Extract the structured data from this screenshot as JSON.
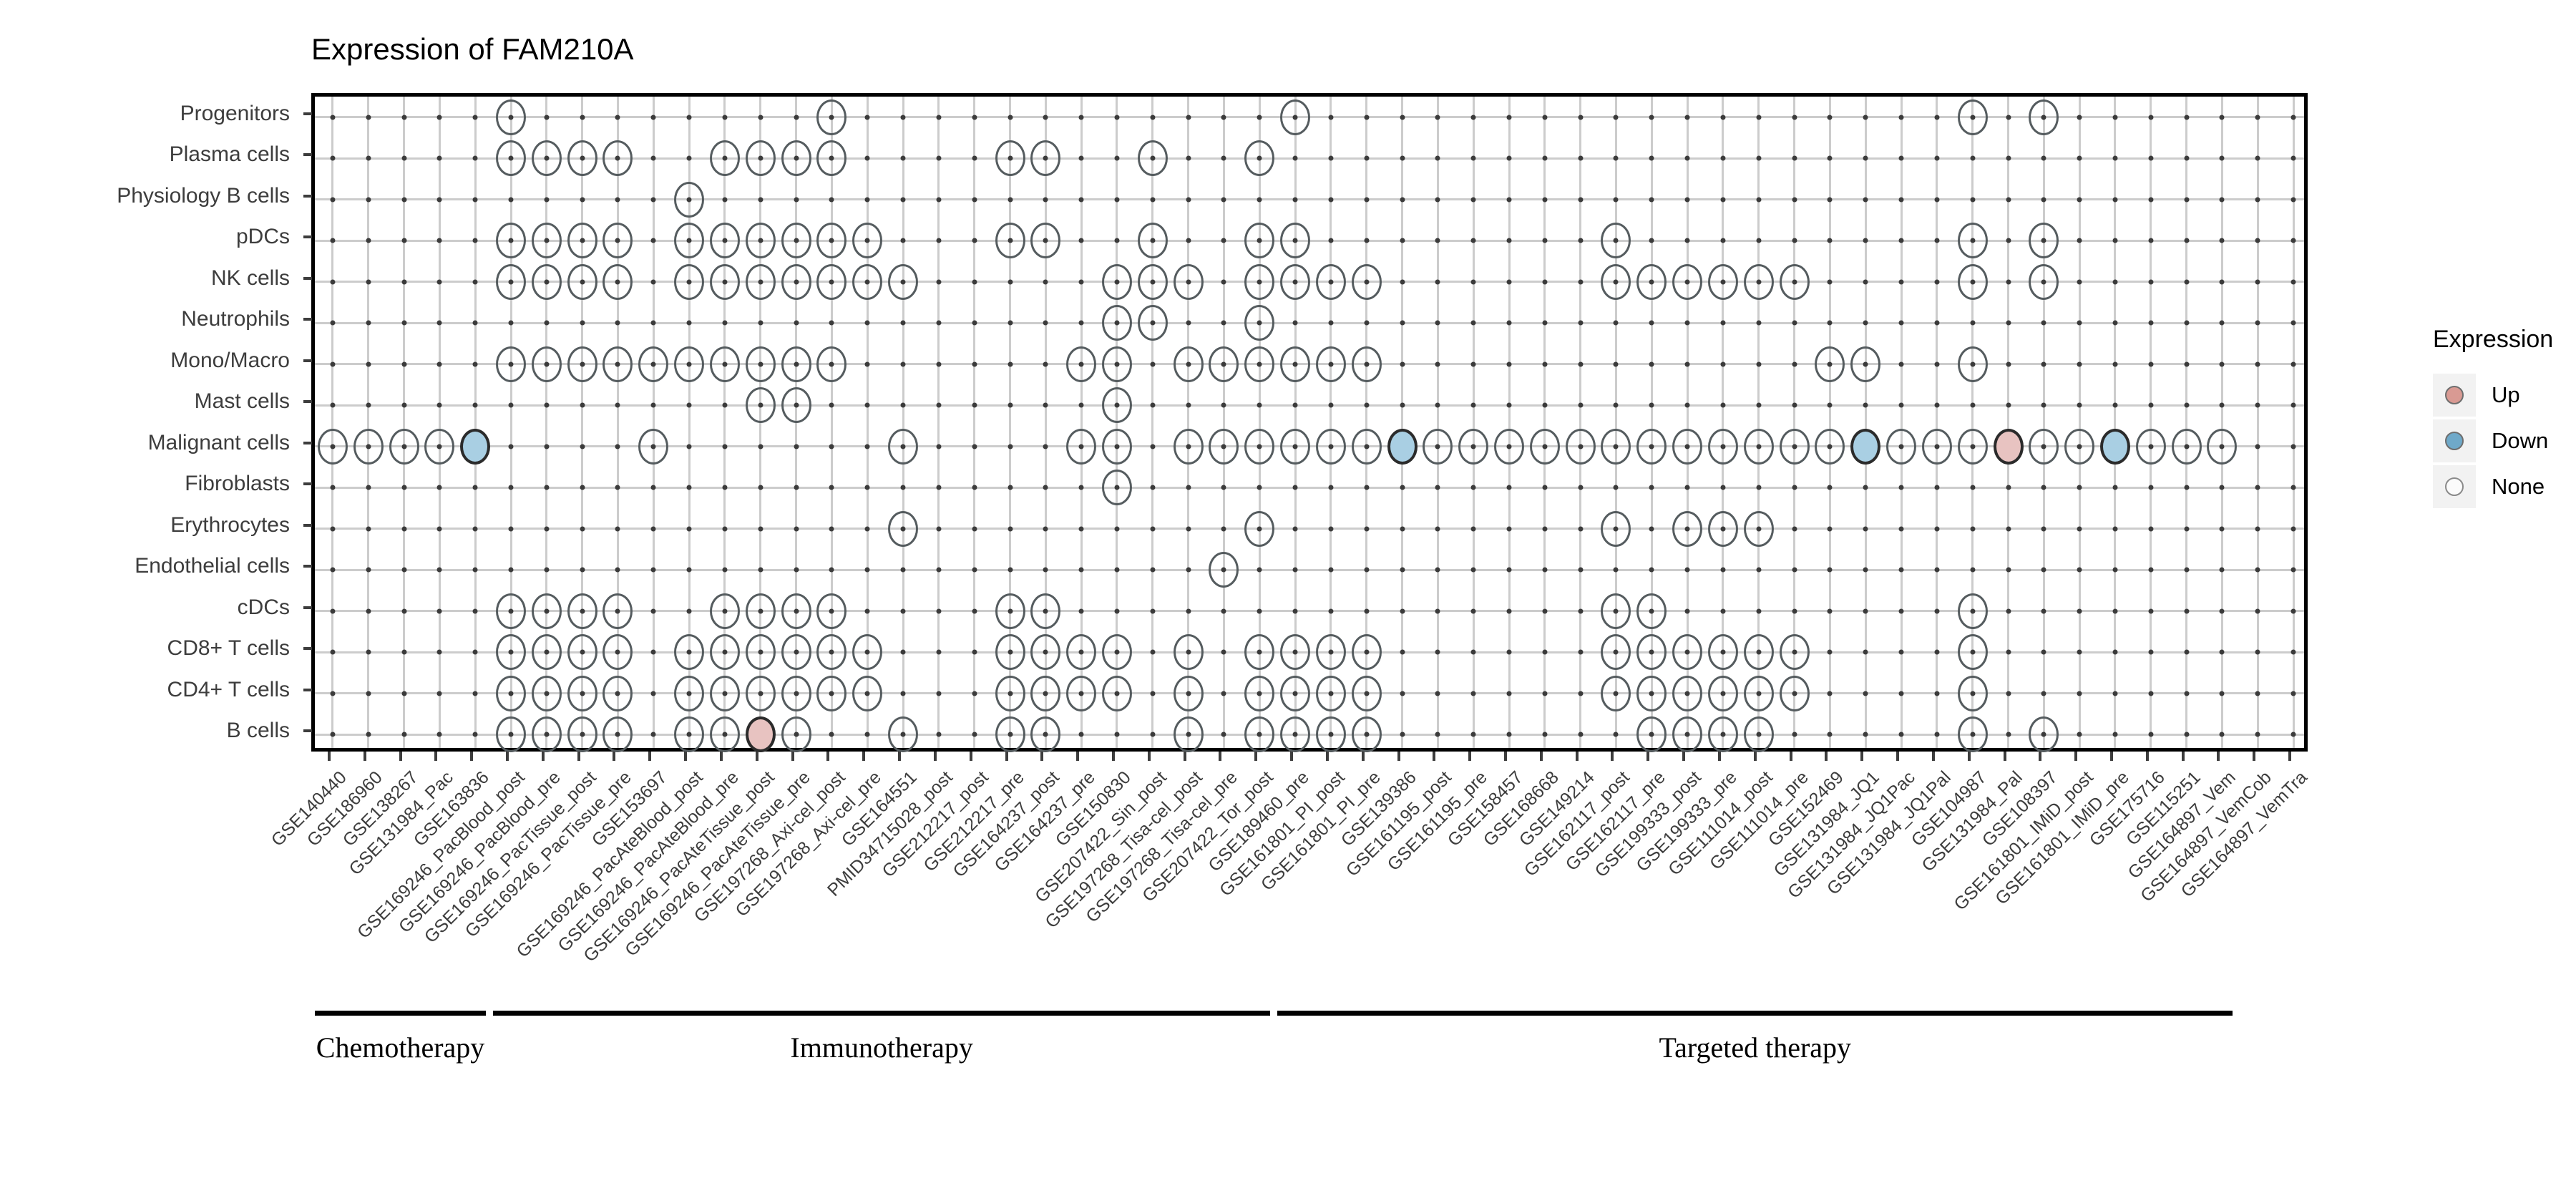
{
  "title": "Expression of FAM210A",
  "legend": {
    "title": "Expression",
    "items": [
      {
        "label": "Up",
        "color": "#d99a93"
      },
      {
        "label": "Down",
        "color": "#6fa9c9"
      },
      {
        "label": "None",
        "color": "#fbfbfb"
      }
    ]
  },
  "groups": [
    {
      "label": "Chemotherapy",
      "start": 0,
      "end": 4
    },
    {
      "label": "Immunotherapy",
      "start": 5,
      "end": 26
    },
    {
      "label": "Targeted therapy",
      "start": 27,
      "end": 53
    }
  ],
  "chart_data": {
    "type": "heatmap",
    "title": "Expression of FAM210A",
    "xlabel": "",
    "ylabel": "",
    "grid": true,
    "legend_position": "right",
    "value_labels": [
      "Up",
      "Down",
      "None"
    ],
    "colors": {
      "Up": "#d99a93",
      "Down": "#6fa9c9",
      "None": "#ffffff",
      "outline": "#555c5f"
    },
    "rows": [
      "Progenitors",
      "Plasma cells",
      "Physiology B cells",
      "pDCs",
      "NK cells",
      "Neutrophils",
      "Mono/Macro",
      "Mast cells",
      "Malignant cells",
      "Fibroblasts",
      "Erythrocytes",
      "Endothelial cells",
      "cDCs",
      "CD8+ T cells",
      "CD4+ T cells",
      "B cells"
    ],
    "columns": [
      "GSE140440",
      "GSE186960",
      "GSE138267",
      "GSE131984_Pac",
      "GSE163836",
      "GSE169246_PacBlood_post",
      "GSE169246_PacBlood_pre",
      "GSE169246_PacTissue_post",
      "GSE169246_PacTissue_pre",
      "GSE153697",
      "GSE169246_PacAteBlood_post",
      "GSE169246_PacAteBlood_pre",
      "GSE169246_PacAteTissue_post",
      "GSE169246_PacAteTissue_pre",
      "GSE197268_Axi-cel_post",
      "GSE197268_Axi-cel_pre",
      "GSE164551",
      "PMID34715028_post",
      "GSE212217_post",
      "GSE212217_pre",
      "GSE164237_post",
      "GSE164237_pre",
      "GSE150830",
      "GSE207422_Sin_post",
      "GSE197268_Tisa-cel_post",
      "GSE197268_Tisa-cel_pre",
      "GSE207422_Tor_post",
      "GSE189460_pre",
      "GSE161801_PI_post",
      "GSE161801_PI_pre",
      "GSE139386",
      "GSE161195_post",
      "GSE161195_pre",
      "GSE158457",
      "GSE168668",
      "GSE149214",
      "GSE162117_post",
      "GSE162117_pre",
      "GSE199333_post",
      "GSE199333_pre",
      "GSE111014_post",
      "GSE111014_pre",
      "GSE152469",
      "GSE131984_JQ1",
      "GSE131984_JQ1Pac",
      "GSE131984_JQ1Pal",
      "GSE104987",
      "GSE131984_Pal",
      "GSE108397",
      "GSE161801_IMiD_post",
      "GSE161801_IMiD_pre",
      "GSE175716",
      "GSE115251",
      "GSE164897_Vem",
      "GSE164897_VemCob",
      "GSE164897_VemTra"
    ],
    "cells": [
      {
        "r": 0,
        "c": 5,
        "v": "None"
      },
      {
        "r": 0,
        "c": 14,
        "v": "None"
      },
      {
        "r": 0,
        "c": 27,
        "v": "None"
      },
      {
        "r": 0,
        "c": 46,
        "v": "None"
      },
      {
        "r": 0,
        "c": 48,
        "v": "None"
      },
      {
        "r": 1,
        "c": 5,
        "v": "None"
      },
      {
        "r": 1,
        "c": 6,
        "v": "None"
      },
      {
        "r": 1,
        "c": 7,
        "v": "None"
      },
      {
        "r": 1,
        "c": 8,
        "v": "None"
      },
      {
        "r": 1,
        "c": 11,
        "v": "None"
      },
      {
        "r": 1,
        "c": 12,
        "v": "None"
      },
      {
        "r": 1,
        "c": 13,
        "v": "None"
      },
      {
        "r": 1,
        "c": 14,
        "v": "None"
      },
      {
        "r": 1,
        "c": 19,
        "v": "None"
      },
      {
        "r": 1,
        "c": 20,
        "v": "None"
      },
      {
        "r": 1,
        "c": 23,
        "v": "None"
      },
      {
        "r": 1,
        "c": 26,
        "v": "None"
      },
      {
        "r": 2,
        "c": 10,
        "v": "None"
      },
      {
        "r": 3,
        "c": 5,
        "v": "None"
      },
      {
        "r": 3,
        "c": 6,
        "v": "None"
      },
      {
        "r": 3,
        "c": 7,
        "v": "None"
      },
      {
        "r": 3,
        "c": 8,
        "v": "None"
      },
      {
        "r": 3,
        "c": 10,
        "v": "None"
      },
      {
        "r": 3,
        "c": 11,
        "v": "None"
      },
      {
        "r": 3,
        "c": 12,
        "v": "None"
      },
      {
        "r": 3,
        "c": 13,
        "v": "None"
      },
      {
        "r": 3,
        "c": 14,
        "v": "None"
      },
      {
        "r": 3,
        "c": 15,
        "v": "None"
      },
      {
        "r": 3,
        "c": 19,
        "v": "None"
      },
      {
        "r": 3,
        "c": 20,
        "v": "None"
      },
      {
        "r": 3,
        "c": 23,
        "v": "None"
      },
      {
        "r": 3,
        "c": 26,
        "v": "None"
      },
      {
        "r": 3,
        "c": 27,
        "v": "None"
      },
      {
        "r": 3,
        "c": 36,
        "v": "None"
      },
      {
        "r": 3,
        "c": 46,
        "v": "None"
      },
      {
        "r": 3,
        "c": 48,
        "v": "None"
      },
      {
        "r": 4,
        "c": 5,
        "v": "None"
      },
      {
        "r": 4,
        "c": 6,
        "v": "None"
      },
      {
        "r": 4,
        "c": 7,
        "v": "None"
      },
      {
        "r": 4,
        "c": 8,
        "v": "None"
      },
      {
        "r": 4,
        "c": 10,
        "v": "None"
      },
      {
        "r": 4,
        "c": 11,
        "v": "None"
      },
      {
        "r": 4,
        "c": 12,
        "v": "None"
      },
      {
        "r": 4,
        "c": 13,
        "v": "None"
      },
      {
        "r": 4,
        "c": 14,
        "v": "None"
      },
      {
        "r": 4,
        "c": 15,
        "v": "None"
      },
      {
        "r": 4,
        "c": 16,
        "v": "None"
      },
      {
        "r": 4,
        "c": 22,
        "v": "None"
      },
      {
        "r": 4,
        "c": 23,
        "v": "None"
      },
      {
        "r": 4,
        "c": 24,
        "v": "None"
      },
      {
        "r": 4,
        "c": 26,
        "v": "None"
      },
      {
        "r": 4,
        "c": 27,
        "v": "None"
      },
      {
        "r": 4,
        "c": 28,
        "v": "None"
      },
      {
        "r": 4,
        "c": 29,
        "v": "None"
      },
      {
        "r": 4,
        "c": 36,
        "v": "None"
      },
      {
        "r": 4,
        "c": 37,
        "v": "None"
      },
      {
        "r": 4,
        "c": 38,
        "v": "None"
      },
      {
        "r": 4,
        "c": 39,
        "v": "None"
      },
      {
        "r": 4,
        "c": 40,
        "v": "None"
      },
      {
        "r": 4,
        "c": 41,
        "v": "None"
      },
      {
        "r": 4,
        "c": 46,
        "v": "None"
      },
      {
        "r": 4,
        "c": 48,
        "v": "None"
      },
      {
        "r": 5,
        "c": 22,
        "v": "None"
      },
      {
        "r": 5,
        "c": 23,
        "v": "None"
      },
      {
        "r": 5,
        "c": 26,
        "v": "None"
      },
      {
        "r": 6,
        "c": 5,
        "v": "None"
      },
      {
        "r": 6,
        "c": 6,
        "v": "None"
      },
      {
        "r": 6,
        "c": 7,
        "v": "None"
      },
      {
        "r": 6,
        "c": 8,
        "v": "None"
      },
      {
        "r": 6,
        "c": 9,
        "v": "None"
      },
      {
        "r": 6,
        "c": 10,
        "v": "None"
      },
      {
        "r": 6,
        "c": 11,
        "v": "None"
      },
      {
        "r": 6,
        "c": 12,
        "v": "None"
      },
      {
        "r": 6,
        "c": 13,
        "v": "None"
      },
      {
        "r": 6,
        "c": 14,
        "v": "None"
      },
      {
        "r": 6,
        "c": 21,
        "v": "None"
      },
      {
        "r": 6,
        "c": 22,
        "v": "None"
      },
      {
        "r": 6,
        "c": 24,
        "v": "None"
      },
      {
        "r": 6,
        "c": 25,
        "v": "None"
      },
      {
        "r": 6,
        "c": 26,
        "v": "None"
      },
      {
        "r": 6,
        "c": 27,
        "v": "None"
      },
      {
        "r": 6,
        "c": 28,
        "v": "None"
      },
      {
        "r": 6,
        "c": 29,
        "v": "None"
      },
      {
        "r": 6,
        "c": 42,
        "v": "None"
      },
      {
        "r": 6,
        "c": 43,
        "v": "None"
      },
      {
        "r": 6,
        "c": 46,
        "v": "None"
      },
      {
        "r": 7,
        "c": 12,
        "v": "None"
      },
      {
        "r": 7,
        "c": 13,
        "v": "None"
      },
      {
        "r": 7,
        "c": 22,
        "v": "None"
      },
      {
        "r": 8,
        "c": 0,
        "v": "None"
      },
      {
        "r": 8,
        "c": 1,
        "v": "None"
      },
      {
        "r": 8,
        "c": 2,
        "v": "None"
      },
      {
        "r": 8,
        "c": 3,
        "v": "None"
      },
      {
        "r": 8,
        "c": 4,
        "v": "Down"
      },
      {
        "r": 8,
        "c": 9,
        "v": "None"
      },
      {
        "r": 8,
        "c": 16,
        "v": "None"
      },
      {
        "r": 8,
        "c": 21,
        "v": "None"
      },
      {
        "r": 8,
        "c": 22,
        "v": "None"
      },
      {
        "r": 8,
        "c": 24,
        "v": "None"
      },
      {
        "r": 8,
        "c": 25,
        "v": "None"
      },
      {
        "r": 8,
        "c": 26,
        "v": "None"
      },
      {
        "r": 8,
        "c": 27,
        "v": "None"
      },
      {
        "r": 8,
        "c": 28,
        "v": "None"
      },
      {
        "r": 8,
        "c": 29,
        "v": "None"
      },
      {
        "r": 8,
        "c": 30,
        "v": "Down"
      },
      {
        "r": 8,
        "c": 31,
        "v": "None"
      },
      {
        "r": 8,
        "c": 32,
        "v": "None"
      },
      {
        "r": 8,
        "c": 33,
        "v": "None"
      },
      {
        "r": 8,
        "c": 34,
        "v": "None"
      },
      {
        "r": 8,
        "c": 35,
        "v": "None"
      },
      {
        "r": 8,
        "c": 36,
        "v": "None"
      },
      {
        "r": 8,
        "c": 37,
        "v": "None"
      },
      {
        "r": 8,
        "c": 38,
        "v": "None"
      },
      {
        "r": 8,
        "c": 39,
        "v": "None"
      },
      {
        "r": 8,
        "c": 40,
        "v": "None"
      },
      {
        "r": 8,
        "c": 41,
        "v": "None"
      },
      {
        "r": 8,
        "c": 42,
        "v": "None"
      },
      {
        "r": 8,
        "c": 43,
        "v": "Down"
      },
      {
        "r": 8,
        "c": 44,
        "v": "None"
      },
      {
        "r": 8,
        "c": 45,
        "v": "None"
      },
      {
        "r": 8,
        "c": 46,
        "v": "None"
      },
      {
        "r": 8,
        "c": 47,
        "v": "Up"
      },
      {
        "r": 8,
        "c": 48,
        "v": "None"
      },
      {
        "r": 8,
        "c": 49,
        "v": "None"
      },
      {
        "r": 8,
        "c": 50,
        "v": "Down"
      },
      {
        "r": 8,
        "c": 51,
        "v": "None"
      },
      {
        "r": 8,
        "c": 52,
        "v": "None"
      },
      {
        "r": 8,
        "c": 53,
        "v": "None"
      },
      {
        "r": 9,
        "c": 22,
        "v": "None"
      },
      {
        "r": 10,
        "c": 16,
        "v": "None"
      },
      {
        "r": 10,
        "c": 26,
        "v": "None"
      },
      {
        "r": 10,
        "c": 36,
        "v": "None"
      },
      {
        "r": 10,
        "c": 38,
        "v": "None"
      },
      {
        "r": 10,
        "c": 39,
        "v": "None"
      },
      {
        "r": 10,
        "c": 40,
        "v": "None"
      },
      {
        "r": 11,
        "c": 25,
        "v": "None"
      },
      {
        "r": 12,
        "c": 5,
        "v": "None"
      },
      {
        "r": 12,
        "c": 6,
        "v": "None"
      },
      {
        "r": 12,
        "c": 7,
        "v": "None"
      },
      {
        "r": 12,
        "c": 8,
        "v": "None"
      },
      {
        "r": 12,
        "c": 11,
        "v": "None"
      },
      {
        "r": 12,
        "c": 12,
        "v": "None"
      },
      {
        "r": 12,
        "c": 13,
        "v": "None"
      },
      {
        "r": 12,
        "c": 14,
        "v": "None"
      },
      {
        "r": 12,
        "c": 19,
        "v": "None"
      },
      {
        "r": 12,
        "c": 20,
        "v": "None"
      },
      {
        "r": 12,
        "c": 36,
        "v": "None"
      },
      {
        "r": 12,
        "c": 37,
        "v": "None"
      },
      {
        "r": 12,
        "c": 46,
        "v": "None"
      },
      {
        "r": 13,
        "c": 5,
        "v": "None"
      },
      {
        "r": 13,
        "c": 6,
        "v": "None"
      },
      {
        "r": 13,
        "c": 7,
        "v": "None"
      },
      {
        "r": 13,
        "c": 8,
        "v": "None"
      },
      {
        "r": 13,
        "c": 10,
        "v": "None"
      },
      {
        "r": 13,
        "c": 11,
        "v": "None"
      },
      {
        "r": 13,
        "c": 12,
        "v": "None"
      },
      {
        "r": 13,
        "c": 13,
        "v": "None"
      },
      {
        "r": 13,
        "c": 14,
        "v": "None"
      },
      {
        "r": 13,
        "c": 15,
        "v": "None"
      },
      {
        "r": 13,
        "c": 19,
        "v": "None"
      },
      {
        "r": 13,
        "c": 20,
        "v": "None"
      },
      {
        "r": 13,
        "c": 21,
        "v": "None"
      },
      {
        "r": 13,
        "c": 22,
        "v": "None"
      },
      {
        "r": 13,
        "c": 24,
        "v": "None"
      },
      {
        "r": 13,
        "c": 26,
        "v": "None"
      },
      {
        "r": 13,
        "c": 27,
        "v": "None"
      },
      {
        "r": 13,
        "c": 28,
        "v": "None"
      },
      {
        "r": 13,
        "c": 29,
        "v": "None"
      },
      {
        "r": 13,
        "c": 36,
        "v": "None"
      },
      {
        "r": 13,
        "c": 37,
        "v": "None"
      },
      {
        "r": 13,
        "c": 38,
        "v": "None"
      },
      {
        "r": 13,
        "c": 39,
        "v": "None"
      },
      {
        "r": 13,
        "c": 40,
        "v": "None"
      },
      {
        "r": 13,
        "c": 41,
        "v": "None"
      },
      {
        "r": 13,
        "c": 46,
        "v": "None"
      },
      {
        "r": 14,
        "c": 5,
        "v": "None"
      },
      {
        "r": 14,
        "c": 6,
        "v": "None"
      },
      {
        "r": 14,
        "c": 7,
        "v": "None"
      },
      {
        "r": 14,
        "c": 8,
        "v": "None"
      },
      {
        "r": 14,
        "c": 10,
        "v": "None"
      },
      {
        "r": 14,
        "c": 11,
        "v": "None"
      },
      {
        "r": 14,
        "c": 12,
        "v": "None"
      },
      {
        "r": 14,
        "c": 13,
        "v": "None"
      },
      {
        "r": 14,
        "c": 14,
        "v": "None"
      },
      {
        "r": 14,
        "c": 15,
        "v": "None"
      },
      {
        "r": 14,
        "c": 19,
        "v": "None"
      },
      {
        "r": 14,
        "c": 20,
        "v": "None"
      },
      {
        "r": 14,
        "c": 21,
        "v": "None"
      },
      {
        "r": 14,
        "c": 22,
        "v": "None"
      },
      {
        "r": 14,
        "c": 24,
        "v": "None"
      },
      {
        "r": 14,
        "c": 26,
        "v": "None"
      },
      {
        "r": 14,
        "c": 27,
        "v": "None"
      },
      {
        "r": 14,
        "c": 28,
        "v": "None"
      },
      {
        "r": 14,
        "c": 29,
        "v": "None"
      },
      {
        "r": 14,
        "c": 36,
        "v": "None"
      },
      {
        "r": 14,
        "c": 37,
        "v": "None"
      },
      {
        "r": 14,
        "c": 38,
        "v": "None"
      },
      {
        "r": 14,
        "c": 39,
        "v": "None"
      },
      {
        "r": 14,
        "c": 40,
        "v": "None"
      },
      {
        "r": 14,
        "c": 41,
        "v": "None"
      },
      {
        "r": 14,
        "c": 46,
        "v": "None"
      },
      {
        "r": 15,
        "c": 5,
        "v": "None"
      },
      {
        "r": 15,
        "c": 6,
        "v": "None"
      },
      {
        "r": 15,
        "c": 7,
        "v": "None"
      },
      {
        "r": 15,
        "c": 8,
        "v": "None"
      },
      {
        "r": 15,
        "c": 10,
        "v": "None"
      },
      {
        "r": 15,
        "c": 11,
        "v": "None"
      },
      {
        "r": 15,
        "c": 12,
        "v": "Up"
      },
      {
        "r": 15,
        "c": 13,
        "v": "None"
      },
      {
        "r": 15,
        "c": 16,
        "v": "None"
      },
      {
        "r": 15,
        "c": 19,
        "v": "None"
      },
      {
        "r": 15,
        "c": 20,
        "v": "None"
      },
      {
        "r": 15,
        "c": 24,
        "v": "None"
      },
      {
        "r": 15,
        "c": 26,
        "v": "None"
      },
      {
        "r": 15,
        "c": 27,
        "v": "None"
      },
      {
        "r": 15,
        "c": 28,
        "v": "None"
      },
      {
        "r": 15,
        "c": 29,
        "v": "None"
      },
      {
        "r": 15,
        "c": 37,
        "v": "None"
      },
      {
        "r": 15,
        "c": 38,
        "v": "None"
      },
      {
        "r": 15,
        "c": 39,
        "v": "None"
      },
      {
        "r": 15,
        "c": 40,
        "v": "None"
      },
      {
        "r": 15,
        "c": 46,
        "v": "None"
      },
      {
        "r": 15,
        "c": 48,
        "v": "None"
      }
    ]
  }
}
